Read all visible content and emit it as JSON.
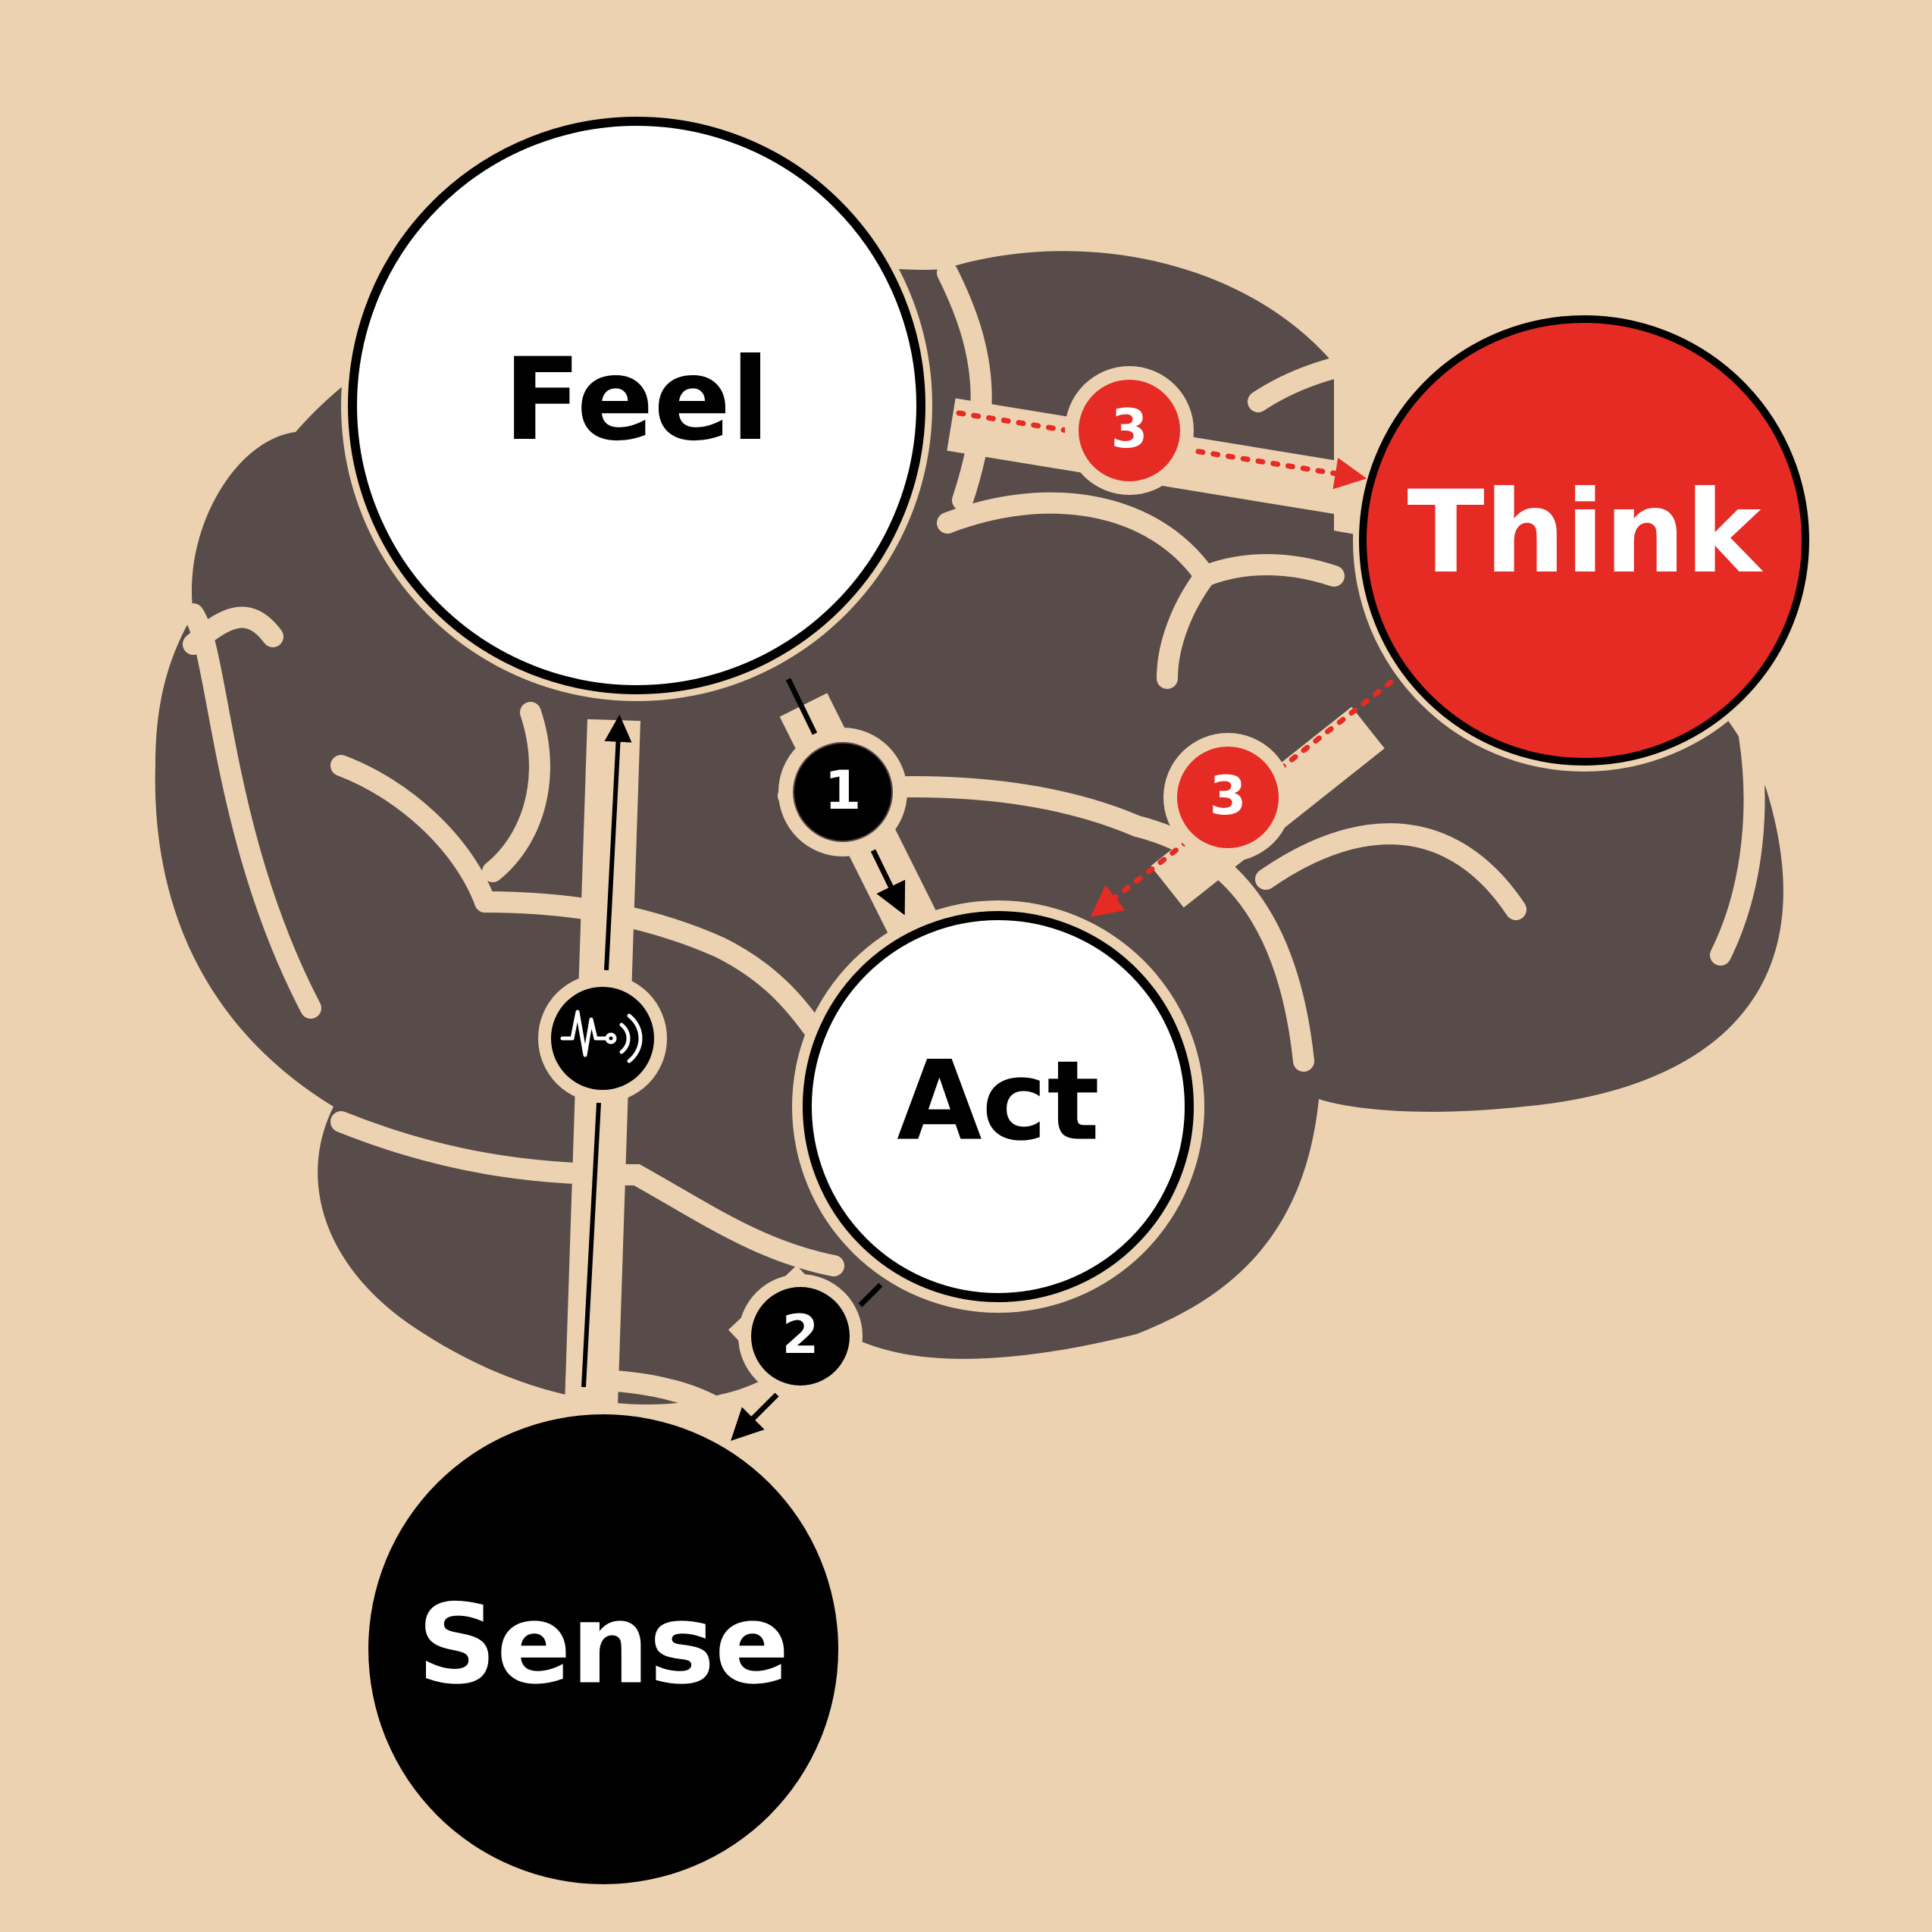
{
  "colors": {
    "background": "#edd2b2",
    "brain": "#574c49",
    "fold": "#edd2b2",
    "white": "#ffffff",
    "black": "#000000",
    "red": "#e52b24"
  },
  "nodes": {
    "feel": {
      "label": "Feel"
    },
    "think": {
      "label": "Think"
    },
    "act": {
      "label": "Act"
    },
    "sense": {
      "label": "Sense"
    }
  },
  "badges": {
    "step_1": {
      "label": "1"
    },
    "step_2": {
      "label": "2"
    },
    "step_3_top": {
      "label": "3"
    },
    "step_3_right": {
      "label": "3"
    },
    "sensor": {
      "icon": "pulse-wave-sensor-icon"
    }
  }
}
